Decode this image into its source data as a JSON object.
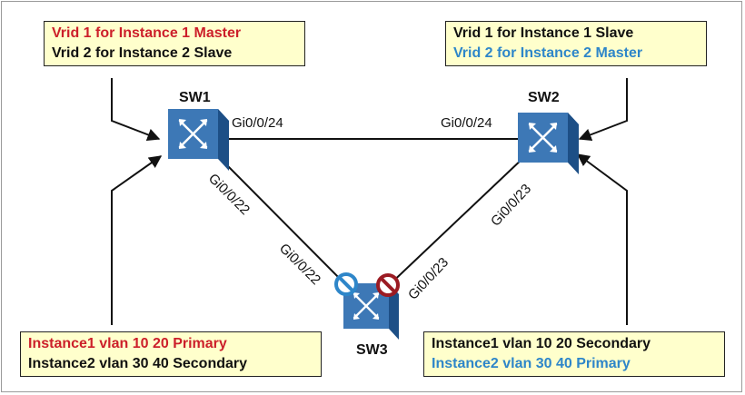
{
  "boxes": {
    "top_left": {
      "line1": "Vrid 1 for Instance 1 Master",
      "line2": "Vrid 2 for Instance 2 Slave"
    },
    "top_right": {
      "line1": "Vrid 1 for Instance 1 Slave",
      "line2": "Vrid 2 for Instance 2 Master"
    },
    "bottom_left": {
      "line1": "Instance1 vlan 10 20 Primary",
      "line2": "Instance2 vlan 30 40 Secondary"
    },
    "bottom_right": {
      "line1": "Instance1 vlan 10 20 Secondary",
      "line2": "Instance2 vlan 30 40 Primary"
    }
  },
  "switches": {
    "sw1": "SW1",
    "sw2": "SW2",
    "sw3": "SW3"
  },
  "ports": {
    "sw1_top": "Gi0/0/24",
    "sw2_top": "Gi0/0/24",
    "sw1_down": "Gi0/0/22",
    "sw3_left": "Gi0/0/22",
    "sw2_down": "Gi0/0/23",
    "sw3_right": "Gi0/0/23"
  },
  "colors": {
    "red": "#cc1f2a",
    "blue": "#2e86c9",
    "box_fill": "#ffffcc",
    "switch": "#3d78b6"
  },
  "icons": {
    "forwarding": "blue-circle-slash-icon",
    "blocked": "red-no-entry-icon"
  }
}
